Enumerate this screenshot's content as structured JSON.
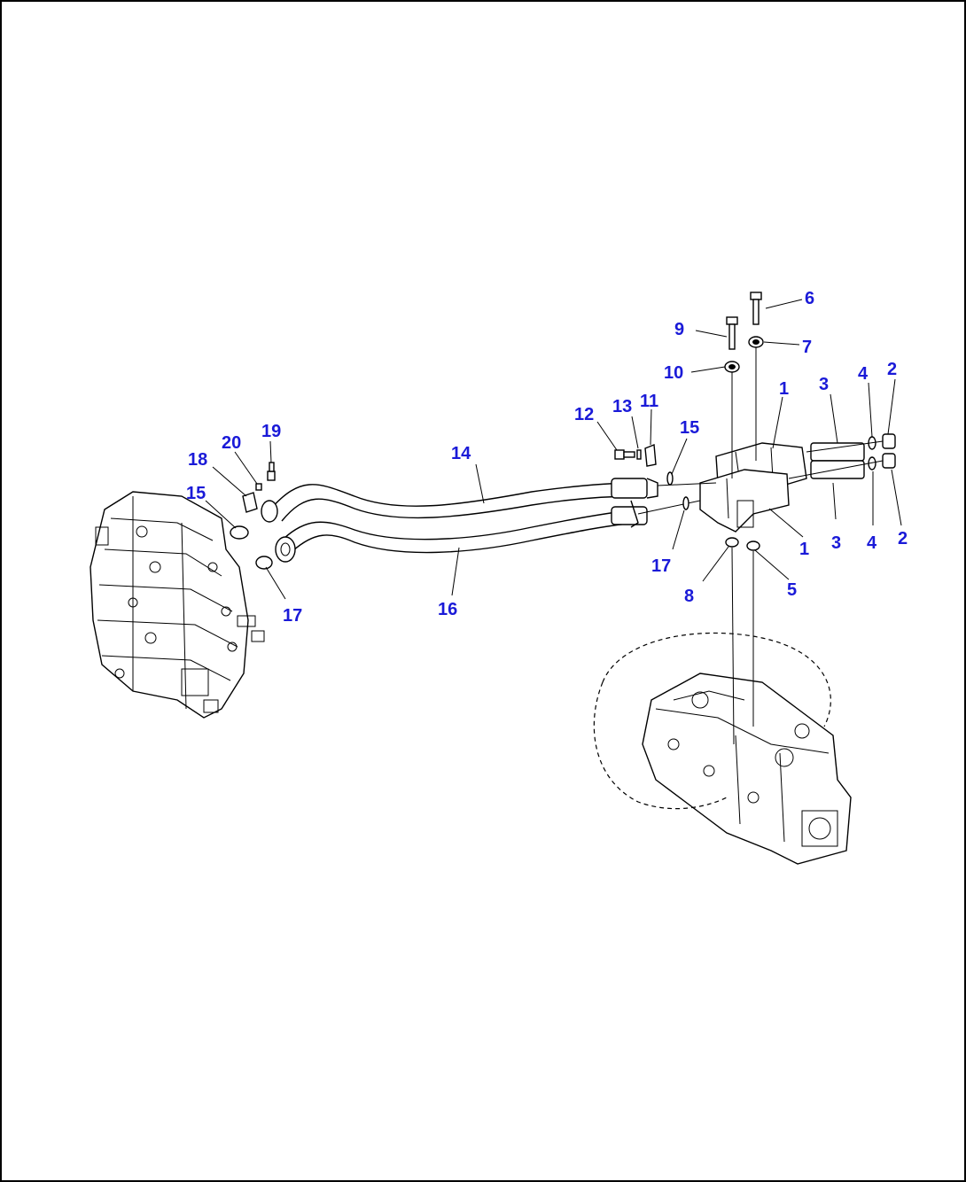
{
  "callouts": {
    "c1a": "1",
    "c1b": "1",
    "c2a": "2",
    "c2b": "2",
    "c3a": "3",
    "c3b": "3",
    "c4a": "4",
    "c4b": "4",
    "c5": "5",
    "c6": "6",
    "c7": "7",
    "c8": "8",
    "c9": "9",
    "c10": "10",
    "c11": "11",
    "c12": "12",
    "c13": "13",
    "c14": "14",
    "c15a": "15",
    "c15b": "15",
    "c16": "16",
    "c17a": "17",
    "c17b": "17",
    "c18": "18",
    "c19": "19",
    "c20": "20"
  }
}
